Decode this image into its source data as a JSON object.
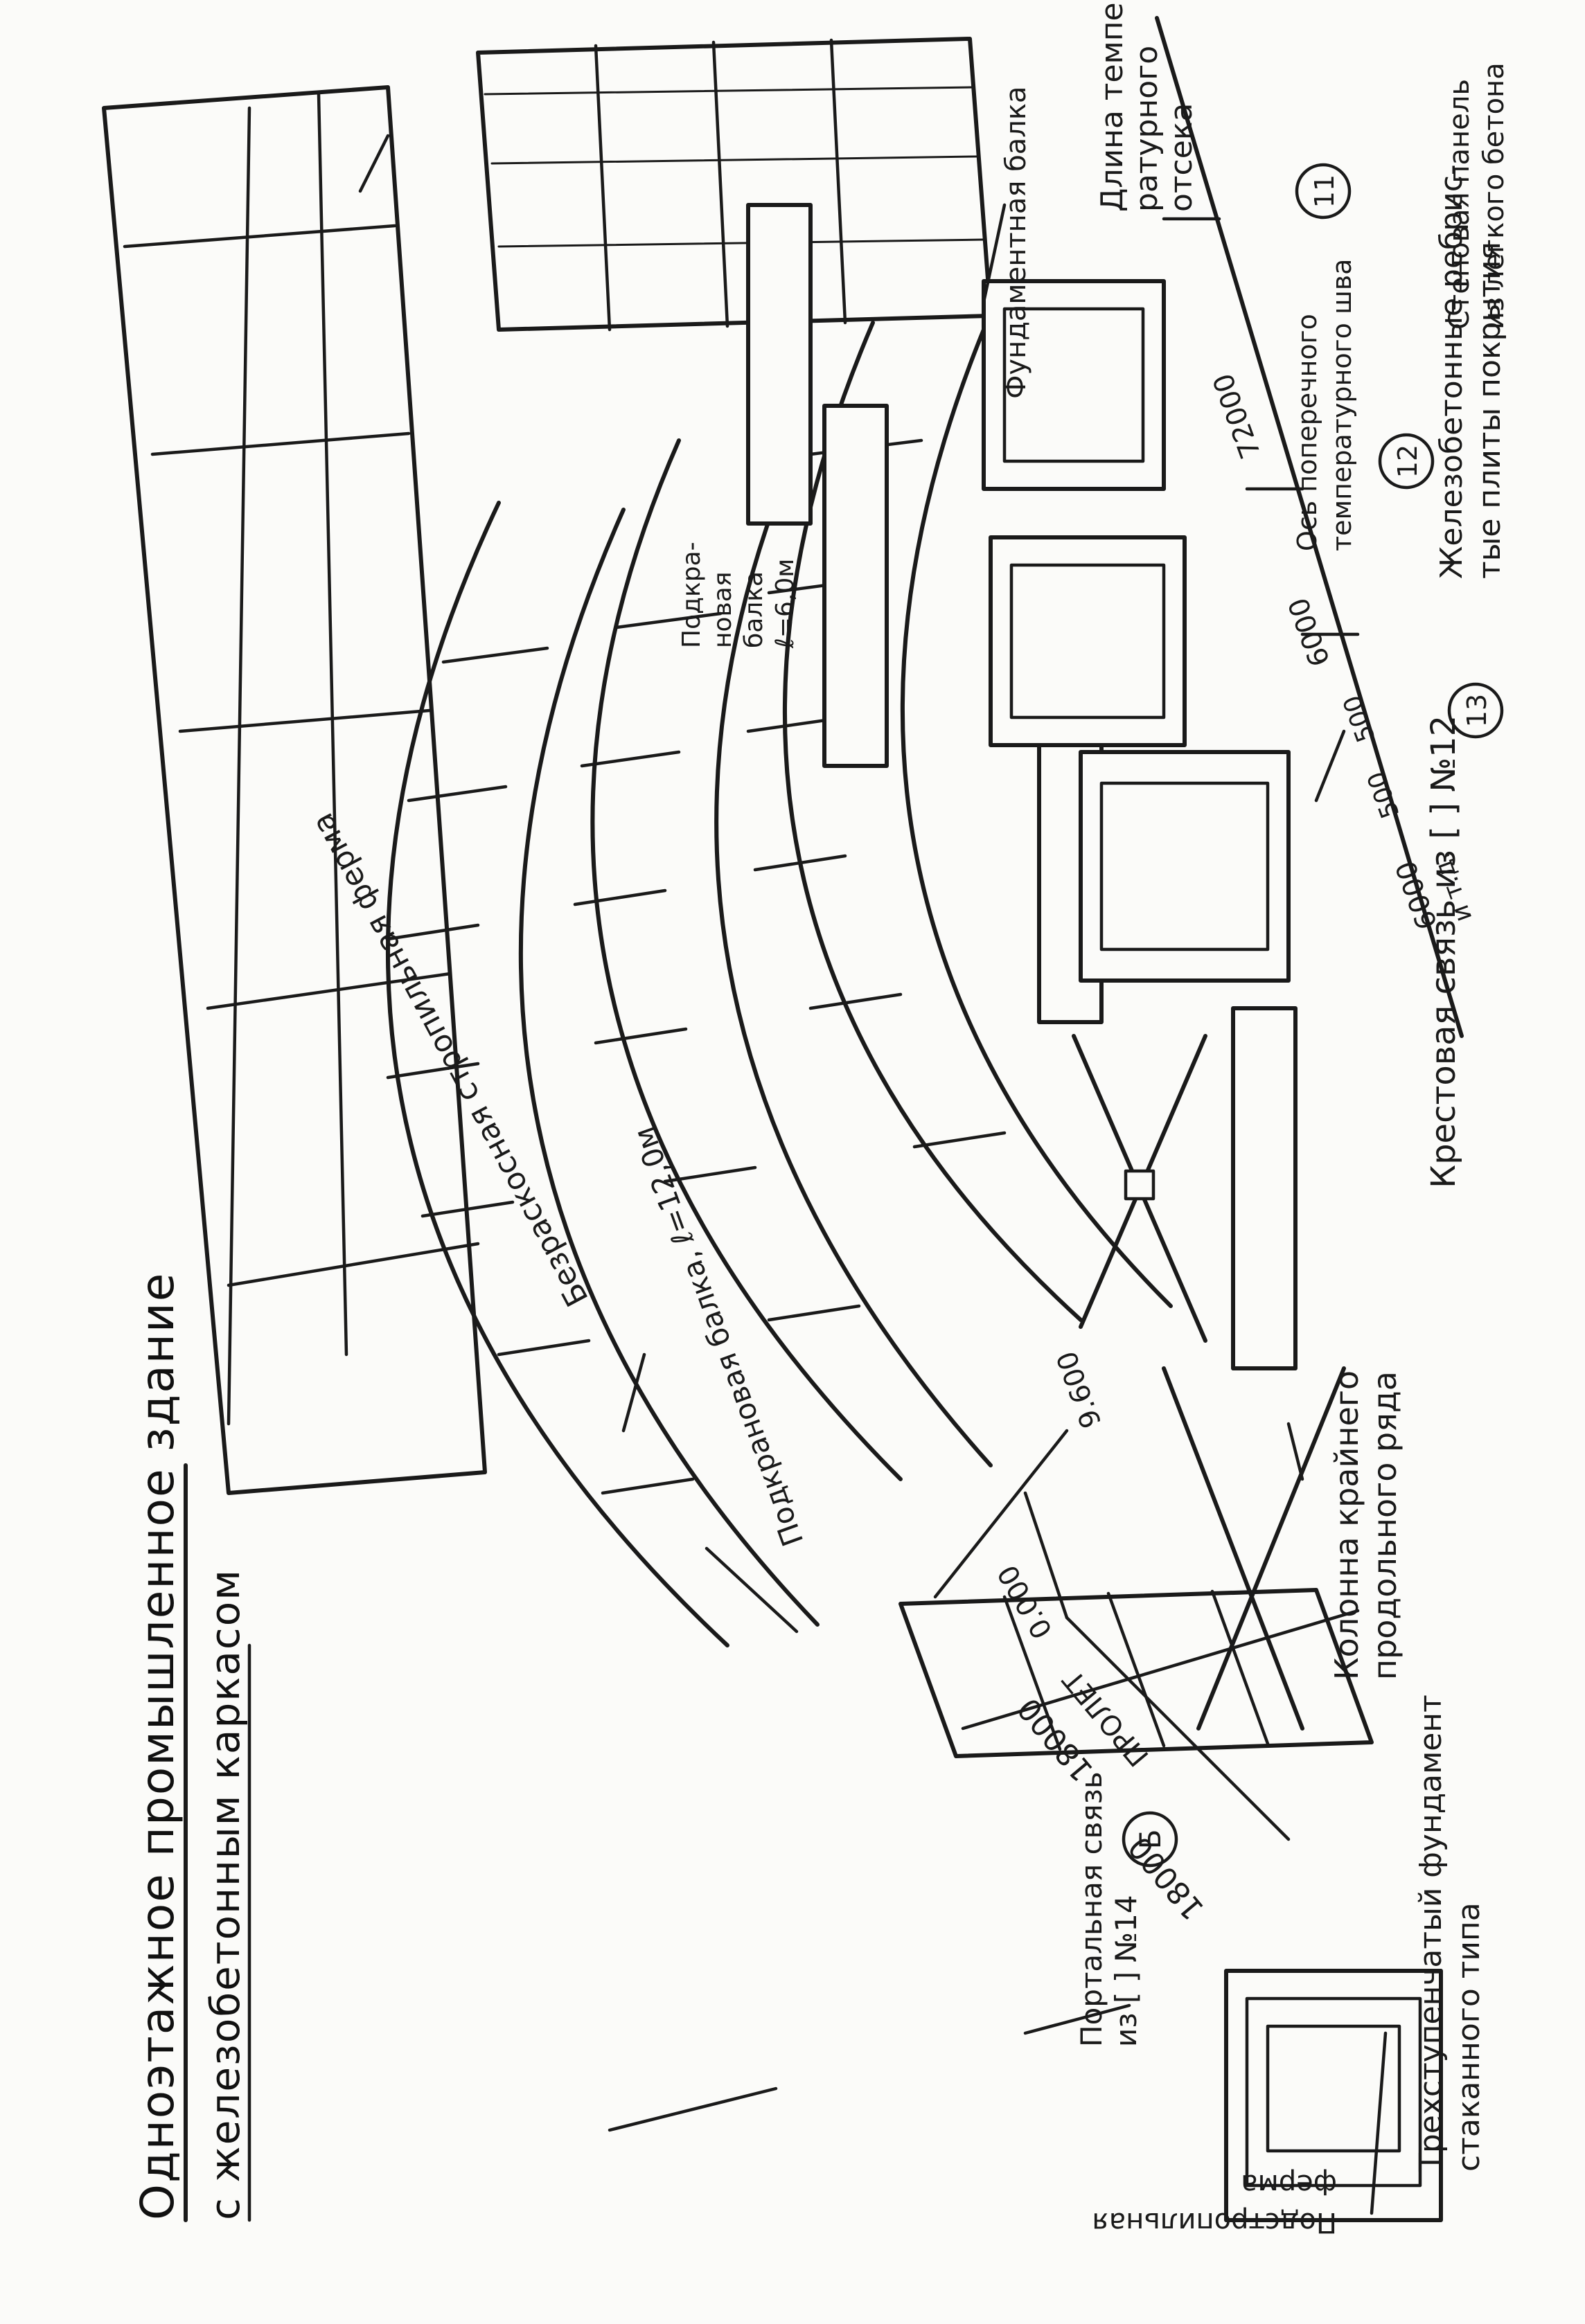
{
  "title": {
    "line1": "Одноэтажное промышленное здание",
    "line2": "с железобетонным каркасом"
  },
  "labels": {
    "truss_sub_1": "Подстропильная",
    "truss_sub_2": "ферма",
    "portal_1": "Портальная связь",
    "portal_2": "из [ ] №14",
    "foundation_1": "Трехступенчатый фундамент",
    "foundation_2": "стаканного типа",
    "column_1": "Колонна крайнего",
    "column_2": "продольного ряда",
    "crane_beam_12": "Подкрановая балка, ℓ=12,0м",
    "truss_main": "Безраскосная стропильная ферма",
    "cross_brace": "Крестовая связь из [ ] №12",
    "slabs_1": "Железобетонные ребрис-",
    "slabs_2": "тые плиты покрытия",
    "wall_1": "Стеновая панель",
    "wall_2": "из легкого бетона",
    "crane_beam_6_1": "Подкра-",
    "crane_beam_6_2": "новая",
    "crane_beam_6_3": "балка",
    "crane_beam_6_4": "ℓ=6,0м",
    "found_beam": "Фундаментная балка",
    "thermal_axis_1": "Ось поперечного",
    "thermal_axis_2": "температурного шва",
    "thermal_len_1": "Длина темпе",
    "thermal_len_2": "ратурного",
    "thermal_len_3": "отсека"
  },
  "dimensions": {
    "elev_zero": "0.000",
    "elev_top": "9.600",
    "span_1": "18000",
    "span_label": "ПРОЛЕТ",
    "span_2": "18000",
    "d_72000": "72000",
    "d_6000a": "6000",
    "d_500a": "500",
    "d_500b": "500",
    "d_6000b": "6000",
    "d_etc": "и т.д."
  },
  "axes": {
    "b": "Б",
    "a13": "13",
    "a12": "12",
    "a11": "11"
  }
}
